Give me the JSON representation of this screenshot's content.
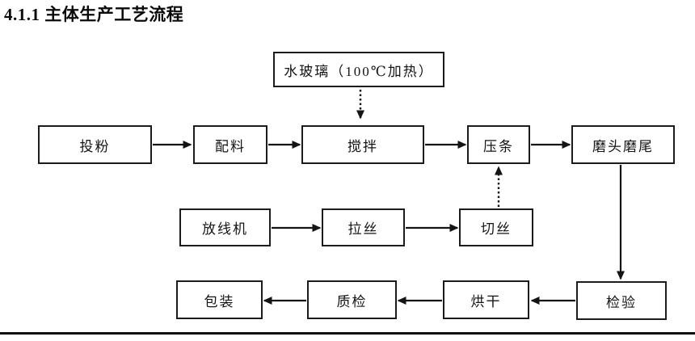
{
  "title": "4.1.1 主体生产工艺流程",
  "diagram": {
    "nodes": {
      "water_glass": "水玻璃（100℃加热）",
      "tou_fen": "投粉",
      "pei_liao": "配料",
      "jiao_ban": "搅拌",
      "ya_tiao": "压条",
      "mo_tou_mo_wei": "磨头磨尾",
      "fang_xian_ji": "放线机",
      "la_si": "拉丝",
      "qie_si": "切丝",
      "bao_zhuang": "包装",
      "zhi_jian": "质检",
      "hong_gan": "烘干",
      "jian_yan": "检验"
    },
    "edges": [
      {
        "from": "水玻璃（100℃加热）",
        "to": "搅拌",
        "style": "dotted"
      },
      {
        "from": "投粉",
        "to": "配料",
        "style": "solid"
      },
      {
        "from": "配料",
        "to": "搅拌",
        "style": "solid"
      },
      {
        "from": "搅拌",
        "to": "压条",
        "style": "solid"
      },
      {
        "from": "压条",
        "to": "磨头磨尾",
        "style": "solid"
      },
      {
        "from": "放线机",
        "to": "拉丝",
        "style": "solid"
      },
      {
        "from": "拉丝",
        "to": "切丝",
        "style": "solid"
      },
      {
        "from": "切丝",
        "to": "压条",
        "style": "dotted"
      },
      {
        "from": "磨头磨尾",
        "to": "检验",
        "style": "solid"
      },
      {
        "from": "检验",
        "to": "烘干",
        "style": "solid"
      },
      {
        "from": "烘干",
        "to": "质检",
        "style": "solid"
      },
      {
        "from": "质检",
        "to": "包装",
        "style": "solid"
      }
    ]
  },
  "colors": {
    "box_border": "#1c1c1c",
    "text": "#141414",
    "arrow": "#141414",
    "background": "#ffffff"
  }
}
